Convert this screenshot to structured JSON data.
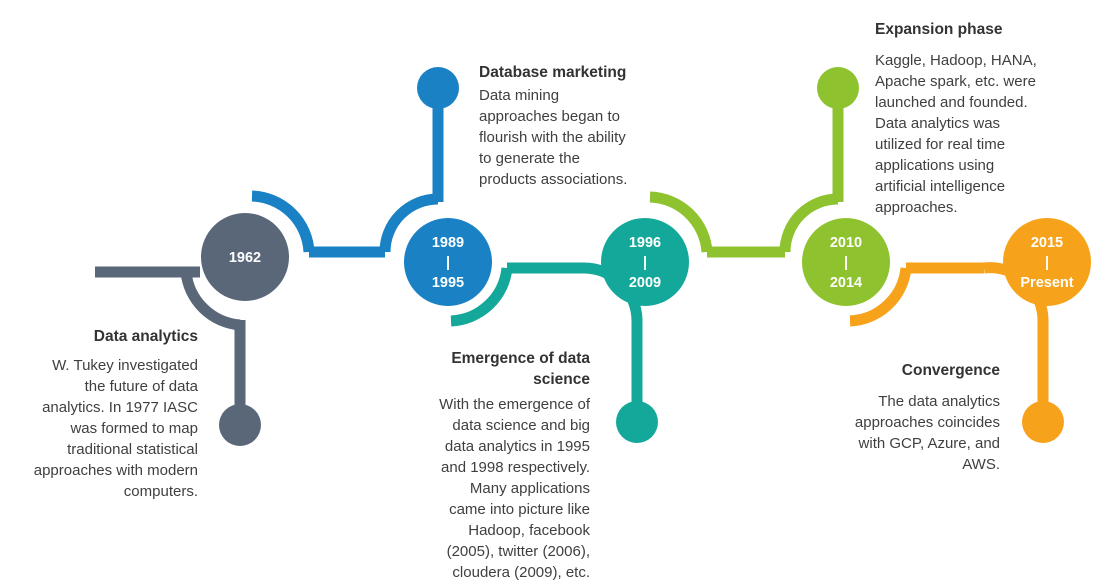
{
  "colors": {
    "slate": "#5a6779",
    "blue": "#1a82c4",
    "teal": "#14a89a",
    "green": "#8fc22f",
    "orange": "#f7a21b"
  },
  "milestones": [
    {
      "label_lines": [
        "1962"
      ],
      "color": "#5a6779"
    },
    {
      "label_lines": [
        "1989",
        "|",
        "1995"
      ],
      "color": "#1a82c4"
    },
    {
      "label_lines": [
        "1996",
        "|",
        "2009"
      ],
      "color": "#14a89a"
    },
    {
      "label_lines": [
        "2010",
        "|",
        "2014"
      ],
      "color": "#8fc22f"
    },
    {
      "label_lines": [
        "2015",
        "|",
        "Present"
      ],
      "color": "#f7a21b"
    }
  ],
  "texts": {
    "data_analytics": {
      "title": "Data analytics",
      "body": "W. Tukey investigated\nthe future of data\nanalytics. In 1977 IASC\nwas formed to map\ntraditional statistical\napproaches with modern\ncomputers."
    },
    "database_marketing": {
      "title": "Database marketing",
      "body": "Data mining\napproaches began to\nflourish with the ability\nto generate the\nproducts associations."
    },
    "emergence": {
      "title": "Emergence of data\nscience",
      "body": "With the emergence of\ndata science and big\ndata analytics in 1995\nand 1998 respectively.\nMany applications\ncame into picture like\nHadoop, facebook\n(2005), twitter (2006),\ncloudera (2009), etc."
    },
    "expansion": {
      "title": "Expansion phase",
      "body": "Kaggle, Hadoop, HANA,\nApache spark, etc. were\nlaunched and founded.\nData analytics was\nutilized for real time\napplications using\nartificial intelligence\napproaches."
    },
    "convergence": {
      "title": "Convergence",
      "body": "The data analytics\napproaches coincides\nwith GCP, Azure, and\nAWS."
    }
  }
}
